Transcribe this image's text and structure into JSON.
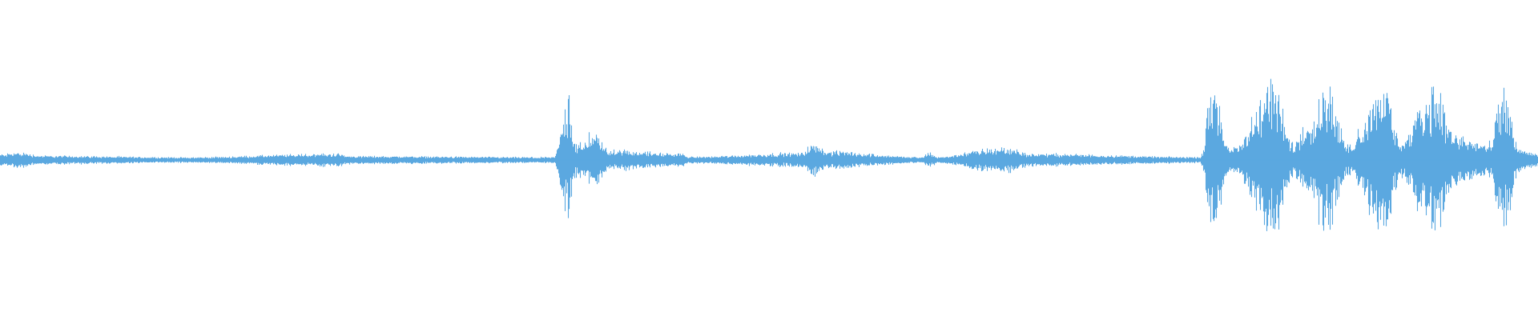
{
  "waveform": {
    "color": "#5ba8e0",
    "segments": [
      {
        "t": 0.0,
        "a": 0.05
      },
      {
        "t": 0.012,
        "a": 0.08
      },
      {
        "t": 0.028,
        "a": 0.03
      },
      {
        "t": 0.12,
        "a": 0.006
      },
      {
        "t": 0.22,
        "a": 0.06
      },
      {
        "t": 0.226,
        "a": 0.025
      },
      {
        "t": 0.36,
        "a": 0.008
      },
      {
        "t": 0.369,
        "a": 0.82
      },
      {
        "t": 0.375,
        "a": 0.18
      },
      {
        "t": 0.386,
        "a": 0.35
      },
      {
        "t": 0.395,
        "a": 0.12
      },
      {
        "t": 0.443,
        "a": 0.06
      },
      {
        "t": 0.448,
        "a": 0.015
      },
      {
        "t": 0.52,
        "a": 0.07
      },
      {
        "t": 0.528,
        "a": 0.2
      },
      {
        "t": 0.54,
        "a": 0.09
      },
      {
        "t": 0.6,
        "a": 0.008
      },
      {
        "t": 0.603,
        "a": 0.08
      },
      {
        "t": 0.61,
        "a": 0.01
      },
      {
        "t": 0.641,
        "a": 0.12
      },
      {
        "t": 0.655,
        "a": 0.14
      },
      {
        "t": 0.67,
        "a": 0.06
      },
      {
        "t": 0.78,
        "a": 0.01
      },
      {
        "t": 0.789,
        "a": 1.05
      },
      {
        "t": 0.8,
        "a": 0.12
      },
      {
        "t": 0.828,
        "a": 1.05
      },
      {
        "t": 0.84,
        "a": 0.2
      },
      {
        "t": 0.852,
        "a": 0.6
      },
      {
        "t": 0.862,
        "a": 1.0
      },
      {
        "t": 0.876,
        "a": 0.2
      },
      {
        "t": 0.899,
        "a": 1.0
      },
      {
        "t": 0.91,
        "a": 0.25
      },
      {
        "t": 0.934,
        "a": 1.0
      },
      {
        "t": 0.946,
        "a": 0.3
      },
      {
        "t": 0.968,
        "a": 0.2
      },
      {
        "t": 0.977,
        "a": 0.97
      },
      {
        "t": 0.988,
        "a": 0.12
      },
      {
        "t": 1.0,
        "a": 0.06
      }
    ]
  }
}
